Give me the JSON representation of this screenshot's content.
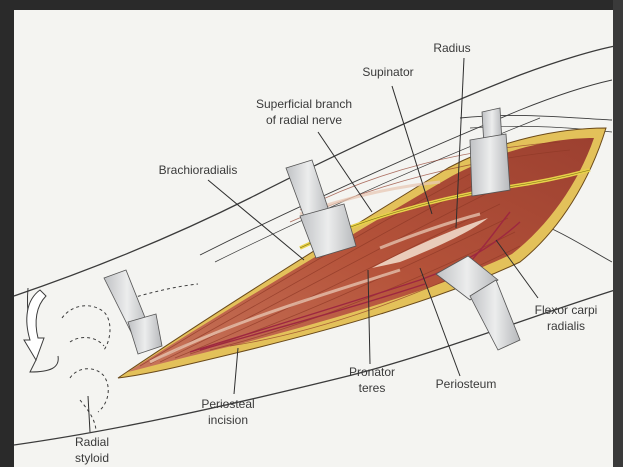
{
  "labels": {
    "radius": "Radius",
    "supinator": "Supinator",
    "superficial_branch_line1": "Superficial branch",
    "superficial_branch_line2": "of radial nerve",
    "brachioradialis": "Brachioradialis",
    "flexor_line1": "Flexor carpi",
    "flexor_line2": "radialis",
    "periosteum": "Periosteum",
    "pronator_line1": "Pronator",
    "pronator_line2": "teres",
    "periosteal_line1": "Periosteal",
    "periosteal_line2": "incision",
    "radial_styloid_line1": "Radial",
    "radial_styloid_line2": "styloid"
  },
  "colors": {
    "paper": "#f4f4f1",
    "muscle": "#b5533a",
    "muscle_dark": "#8e3826",
    "fat": "#e3c15a",
    "nerve": "#e8d24a",
    "vessel": "#9e2740",
    "retractor": "#d9dadc",
    "outline": "#3b3b3b"
  }
}
